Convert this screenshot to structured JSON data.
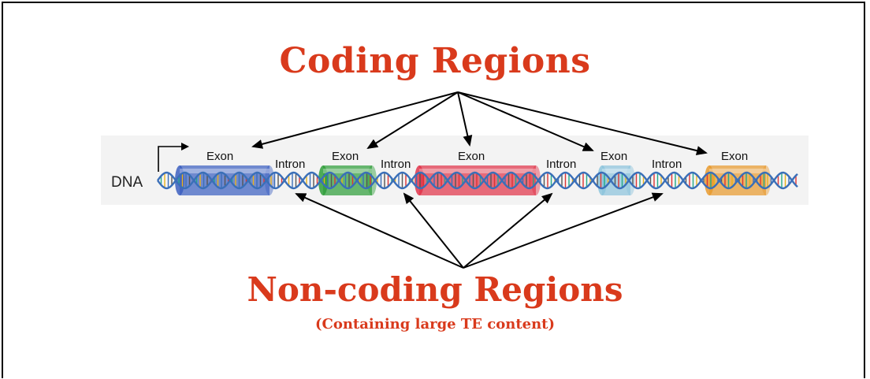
{
  "title": "Coding Regions",
  "bottom_title": "Non-coding Regions",
  "bottom_subtitle": "(Containing large TE content)",
  "dna_label": "DNA",
  "exons": [
    {
      "label": "Exon",
      "color": "#3c5fc0"
    },
    {
      "label": "Exon",
      "color": "#2f9e3a"
    },
    {
      "label": "Exon",
      "color": "#e0344a"
    },
    {
      "label": "Exon",
      "color": "#8cc4dc"
    },
    {
      "label": "Exon",
      "color": "#e89a2e"
    }
  ],
  "introns": [
    {
      "label": "Intron"
    },
    {
      "label": "Intron"
    },
    {
      "label": "Intron"
    },
    {
      "label": "Intron"
    }
  ],
  "colors": {
    "title": "#d93a1c",
    "helix": "#3a6fb8",
    "band": "#f2f2f2"
  }
}
